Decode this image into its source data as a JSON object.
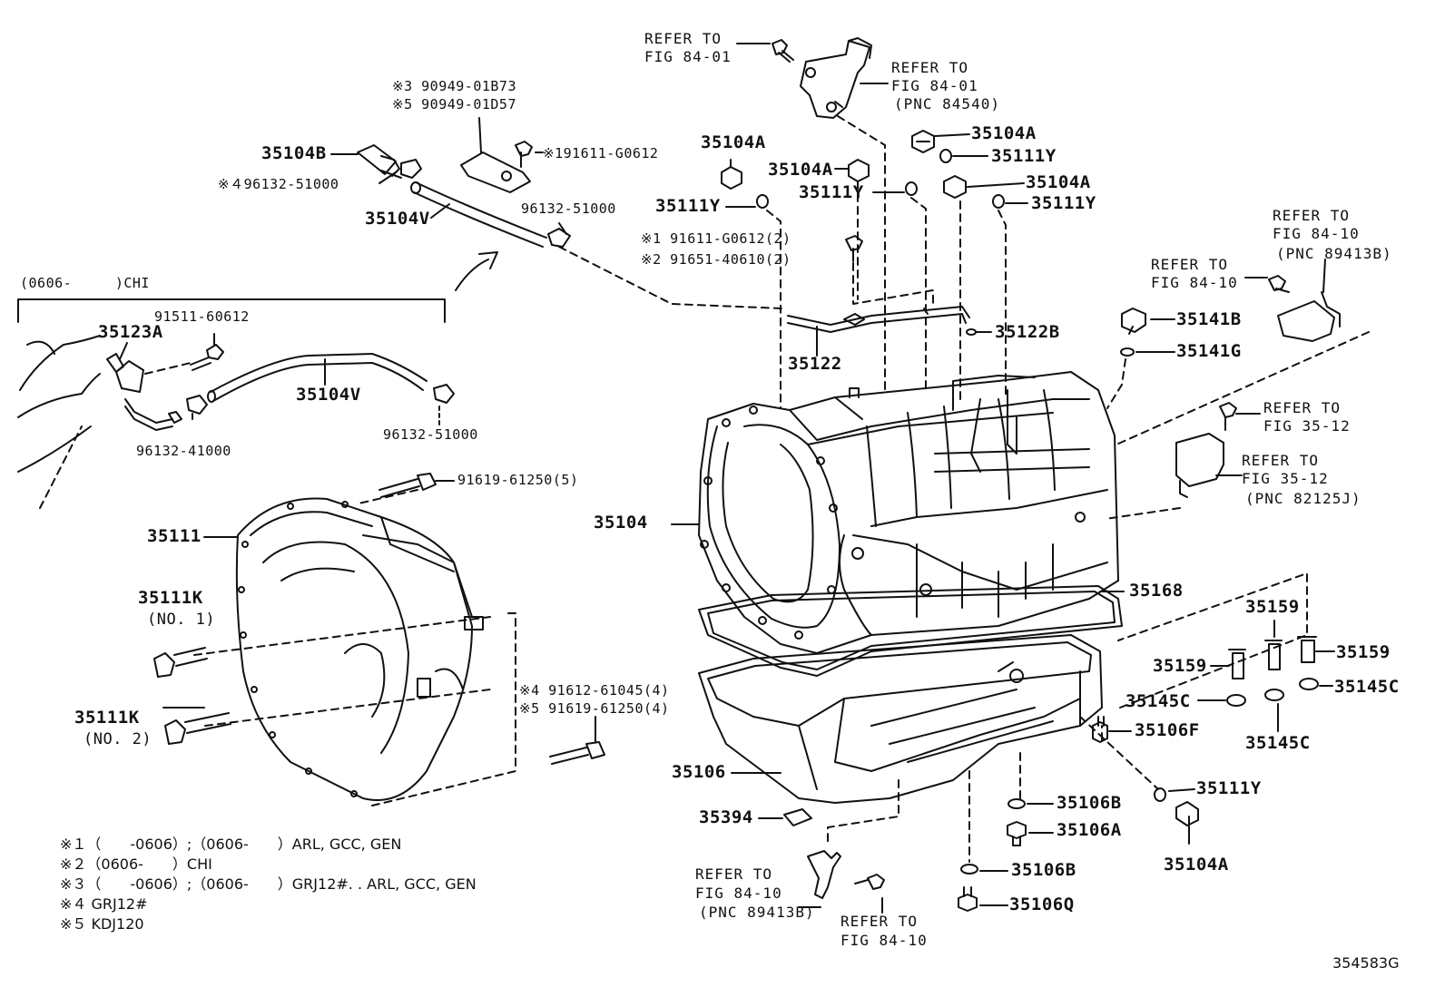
{
  "labels": {
    "ref_top_l1": "REFER TO",
    "ref_top_l2": "FIG 84-01",
    "ref_sensor_l1": "REFER TO",
    "ref_sensor_l2": "FIG 84-01",
    "ref_sensor_l3": "(PNC 84540)",
    "s3": "※3 90949-01B73",
    "s5": "※5 90949-01D57",
    "p35104B": "35104B",
    "s1_91611": "※191611-G0612",
    "s4_96132": "※４96132-51000",
    "p35104V_top": "35104V",
    "p96132_51000_top": "96132-51000",
    "p35104A_1": "35104A",
    "p35111Y_1": "35111Y",
    "p35104A_2": "35104A",
    "p35111Y_2": "35111Y",
    "p35104A_3": "35104A",
    "p35111Y_3": "35111Y",
    "p35104A_4": "35104A",
    "p35111Y_4": "35111Y",
    "s1_bolt": "※1 91611-G0612(2)",
    "s2_bolt": "※2 91651-40610(2)",
    "ref_89413_l1": "REFER TO",
    "ref_89413_l2": "FIG 84-10",
    "ref_89413_l3": "(PNC 89413B)",
    "ref_8410_l1": "REFER TO",
    "ref_8410_l2": "FIG 84-10",
    "p35141B": "35141B",
    "p35141G": "35141G",
    "p35122B": "35122B",
    "p35122": "35122",
    "chi_range": "(0606-     )CHI",
    "p91511": "91511-60612",
    "p35123A": "35123A",
    "p35104V_low": "35104V",
    "p96132_41000": "96132-41000",
    "p96132_51000_low": "96132-51000",
    "p91619_5": "91619-61250(5)",
    "ref_3512_a_l1": "REFER TO",
    "ref_3512_a_l2": "FIG 35-12",
    "ref_3512_b_l1": "REFER TO",
    "ref_3512_b_l2": "FIG 35-12",
    "ref_3512_b_l3": "(PNC 82125J)",
    "p35111": "35111",
    "p35104": "35104",
    "p35111K_1": "35111K",
    "no1": "(NO. 1)",
    "p35168": "35168",
    "p35159_a": "35159",
    "p35159_b": "35159",
    "p35159_c": "35159",
    "p35145C_a": "35145C",
    "p35145C_b": "35145C",
    "p35145C_c": "35145C",
    "s4_91612": "※4 91612-61045(4)",
    "s5_91619": "※5 91619-61250(4)",
    "p35111K_2": "35111K",
    "no2": "(NO. 2)",
    "p35106F": "35106F",
    "p35106": "35106",
    "p35111Y_5": "35111Y",
    "p35106B_1": "35106B",
    "p35394": "35394",
    "p35106A": "35106A",
    "p35104A_5": "35104A",
    "ref_b_l1": "REFER TO",
    "ref_b_l2": "FIG 84-10",
    "ref_b_l3": "(PNC 89413B)",
    "ref_c_l1": "REFER TO",
    "ref_c_l2": "FIG 84-10",
    "p35106B_2": "35106B",
    "p35106Q": "35106Q",
    "diagram_id": "354583G"
  },
  "notes": [
    "※１（　　-0606）;（0606-　　）ARL, GCC, GEN",
    "※２（0606-　　）CHI",
    "※３（　　-0606）;（0606-　　）GRJ12#. . ARL, GCC, GEN",
    "※４ GRJ12#",
    "※５ KDJ120"
  ]
}
